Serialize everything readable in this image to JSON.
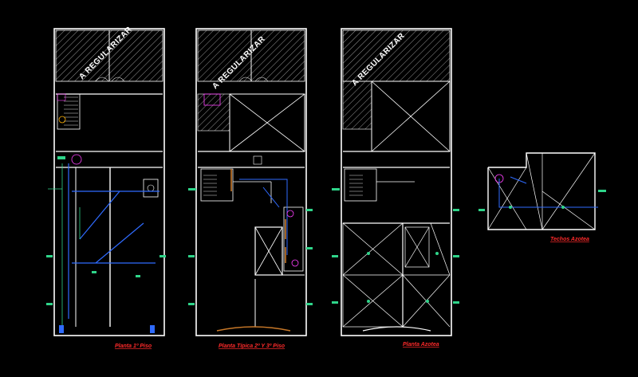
{
  "plans": [
    {
      "id": "planta-1",
      "title": "Planta 1º Piso",
      "regularize": "A REGULARIZAR"
    },
    {
      "id": "planta-tipica",
      "title": "Planta Típica 2º Y 3º Piso",
      "regularize": "A REGULARIZAR"
    },
    {
      "id": "planta-azotea",
      "title": "Planta Azotea",
      "regularize": "A REGULARIZAR"
    },
    {
      "id": "techos-azotea",
      "title": "Techos Azotea"
    }
  ],
  "colors": {
    "background": "#000000",
    "walls": "#ffffff",
    "title": "#ff2a2a",
    "water": "#2f6bff",
    "drain": "#2fd58a",
    "accent": "#ff40ff"
  }
}
